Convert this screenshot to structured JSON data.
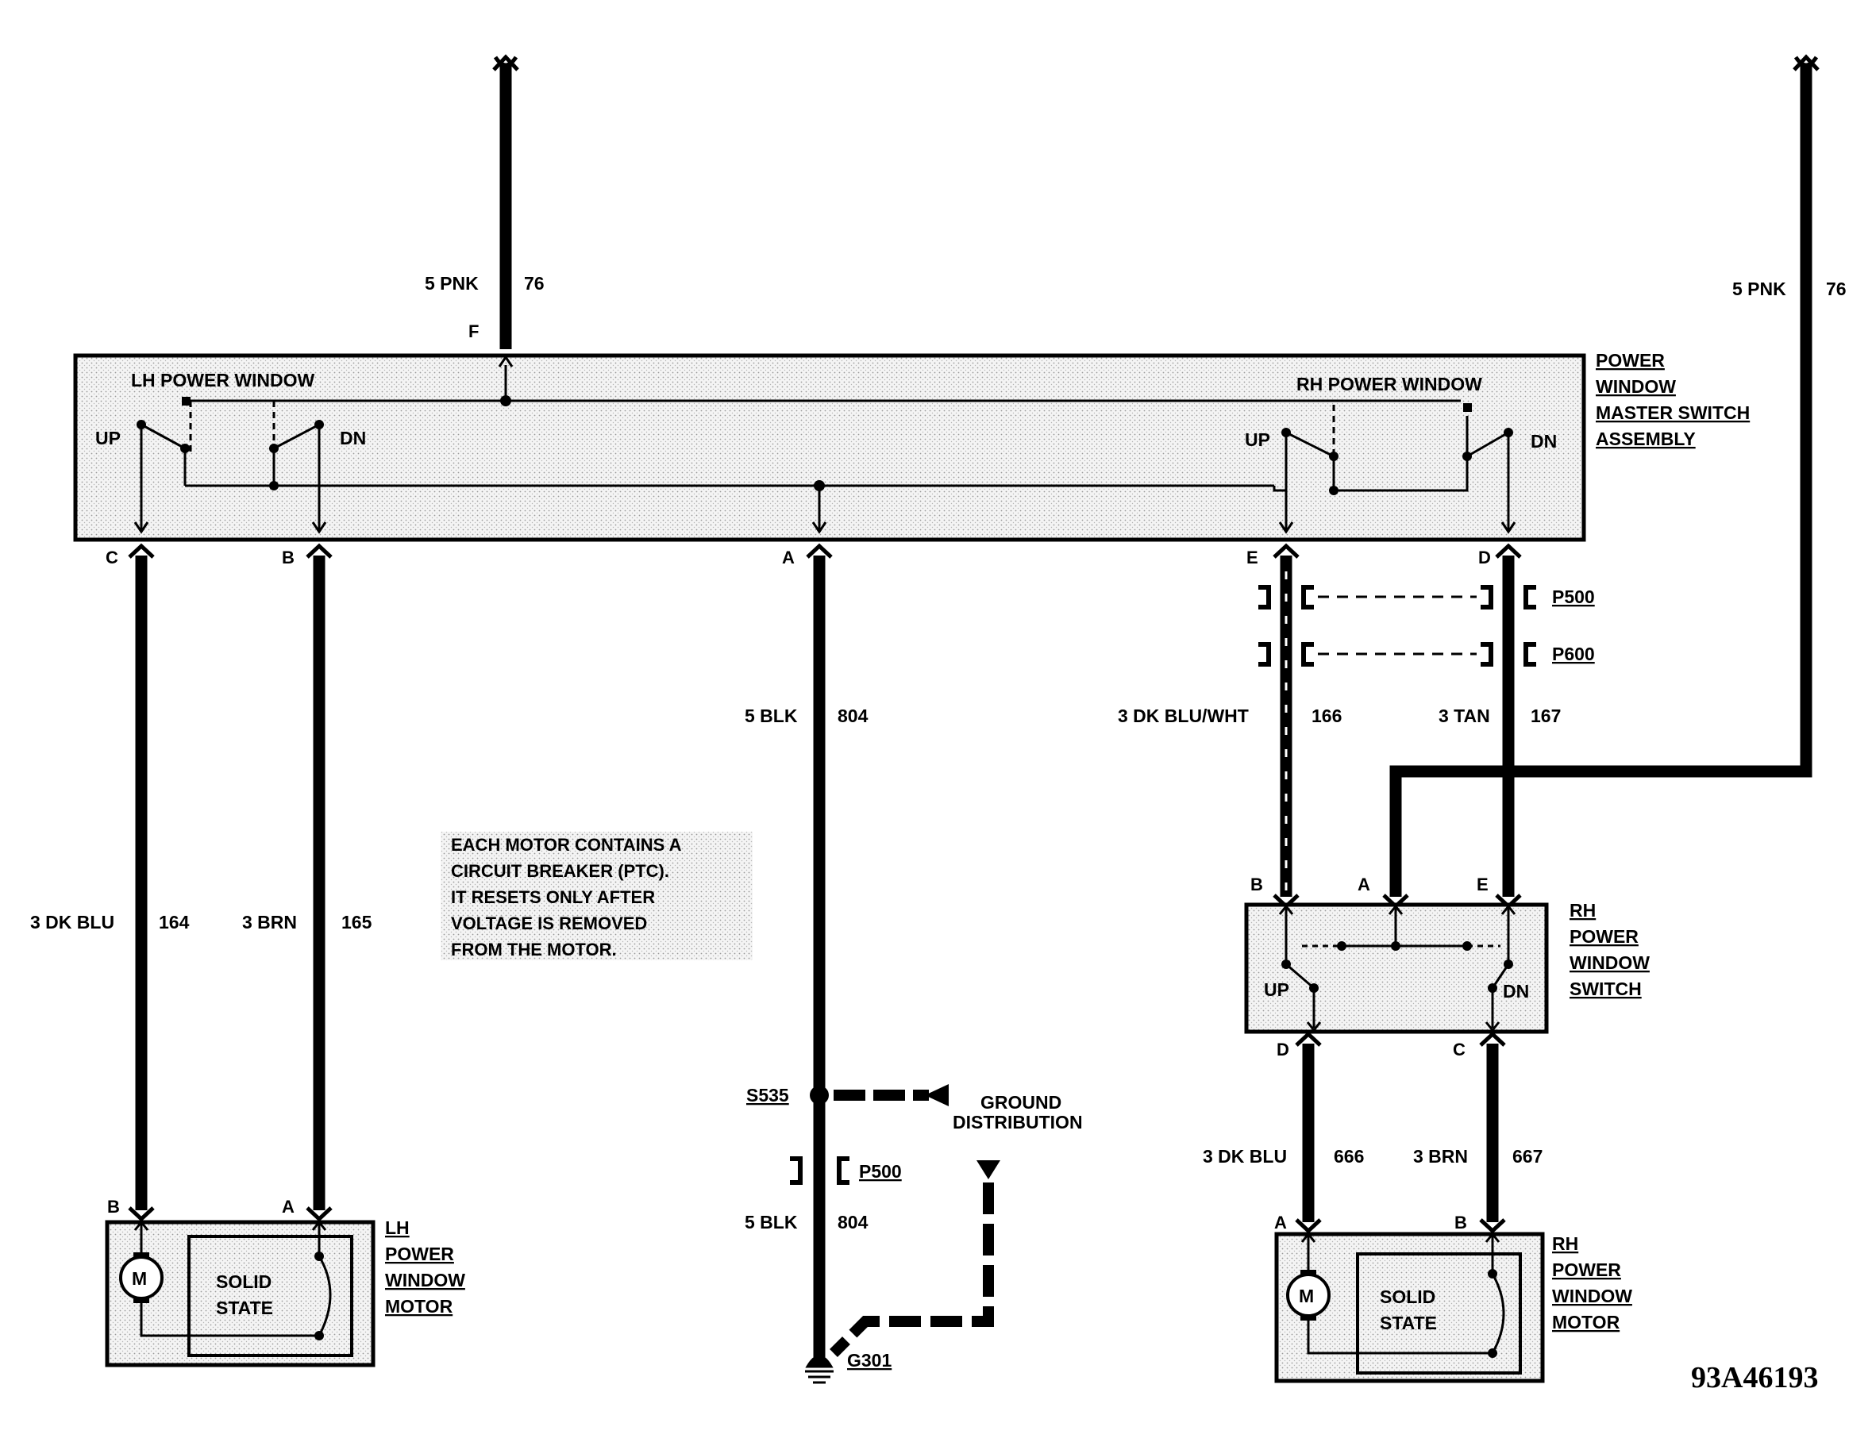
{
  "components": {
    "master_switch": {
      "title_lines": [
        "POWER",
        "WINDOW",
        "MASTER SWITCH",
        "ASSEMBLY"
      ],
      "lh_label": "LH POWER WINDOW",
      "rh_label": "RH POWER WINDOW",
      "up": "UP",
      "dn": "DN"
    },
    "rh_switch": {
      "title_lines": [
        "RH",
        "POWER",
        "WINDOW",
        "SWITCH"
      ],
      "up": "UP",
      "dn": "DN"
    },
    "lh_motor": {
      "title_lines": [
        "LH",
        "POWER",
        "WINDOW",
        "MOTOR"
      ],
      "motor_symbol": "M",
      "solid_state_lines": [
        "SOLID",
        "STATE"
      ]
    },
    "rh_motor": {
      "title_lines": [
        "RH",
        "POWER",
        "WINDOW",
        "MOTOR"
      ],
      "motor_symbol": "M",
      "solid_state_lines": [
        "SOLID",
        "STATE"
      ]
    }
  },
  "pins": {
    "master_f": "F",
    "master_c": "C",
    "master_b": "B",
    "master_a": "A",
    "master_e": "E",
    "master_d": "D",
    "rhsw_b": "B",
    "rhsw_a": "A",
    "rhsw_e": "E",
    "rhsw_d": "D",
    "rhsw_c": "C",
    "lhm_b": "B",
    "lhm_a": "A",
    "rhm_a": "A",
    "rhm_b": "B"
  },
  "wires": [
    {
      "size_color": "5 PNK",
      "circuit": "76"
    },
    {
      "size_color": "5 PNK",
      "circuit": "76"
    },
    {
      "size_color": "3 DK BLU",
      "circuit": "164"
    },
    {
      "size_color": "3 BRN",
      "circuit": "165"
    },
    {
      "size_color": "5 BLK",
      "circuit": "804"
    },
    {
      "size_color": "5 BLK",
      "circuit": "804"
    },
    {
      "size_color": "3 DK BLU/WHT",
      "circuit": "166"
    },
    {
      "size_color": "3 TAN",
      "circuit": "167"
    },
    {
      "size_color": "3 DK BLU",
      "circuit": "666"
    },
    {
      "size_color": "3 BRN",
      "circuit": "667"
    }
  ],
  "connectors": {
    "p500": "P500",
    "p600": "P600",
    "p500_ground": "P500"
  },
  "splice": "S535",
  "ground": "G301",
  "ground_distribution": [
    "GROUND",
    "DISTRIBUTION"
  ],
  "note_lines": [
    "EACH MOTOR CONTAINS A",
    "CIRCUIT BREAKER (PTC).",
    "IT RESETS ONLY AFTER",
    "VOLTAGE IS REMOVED",
    "FROM THE MOTOR."
  ],
  "diagram_code": "93A46193"
}
